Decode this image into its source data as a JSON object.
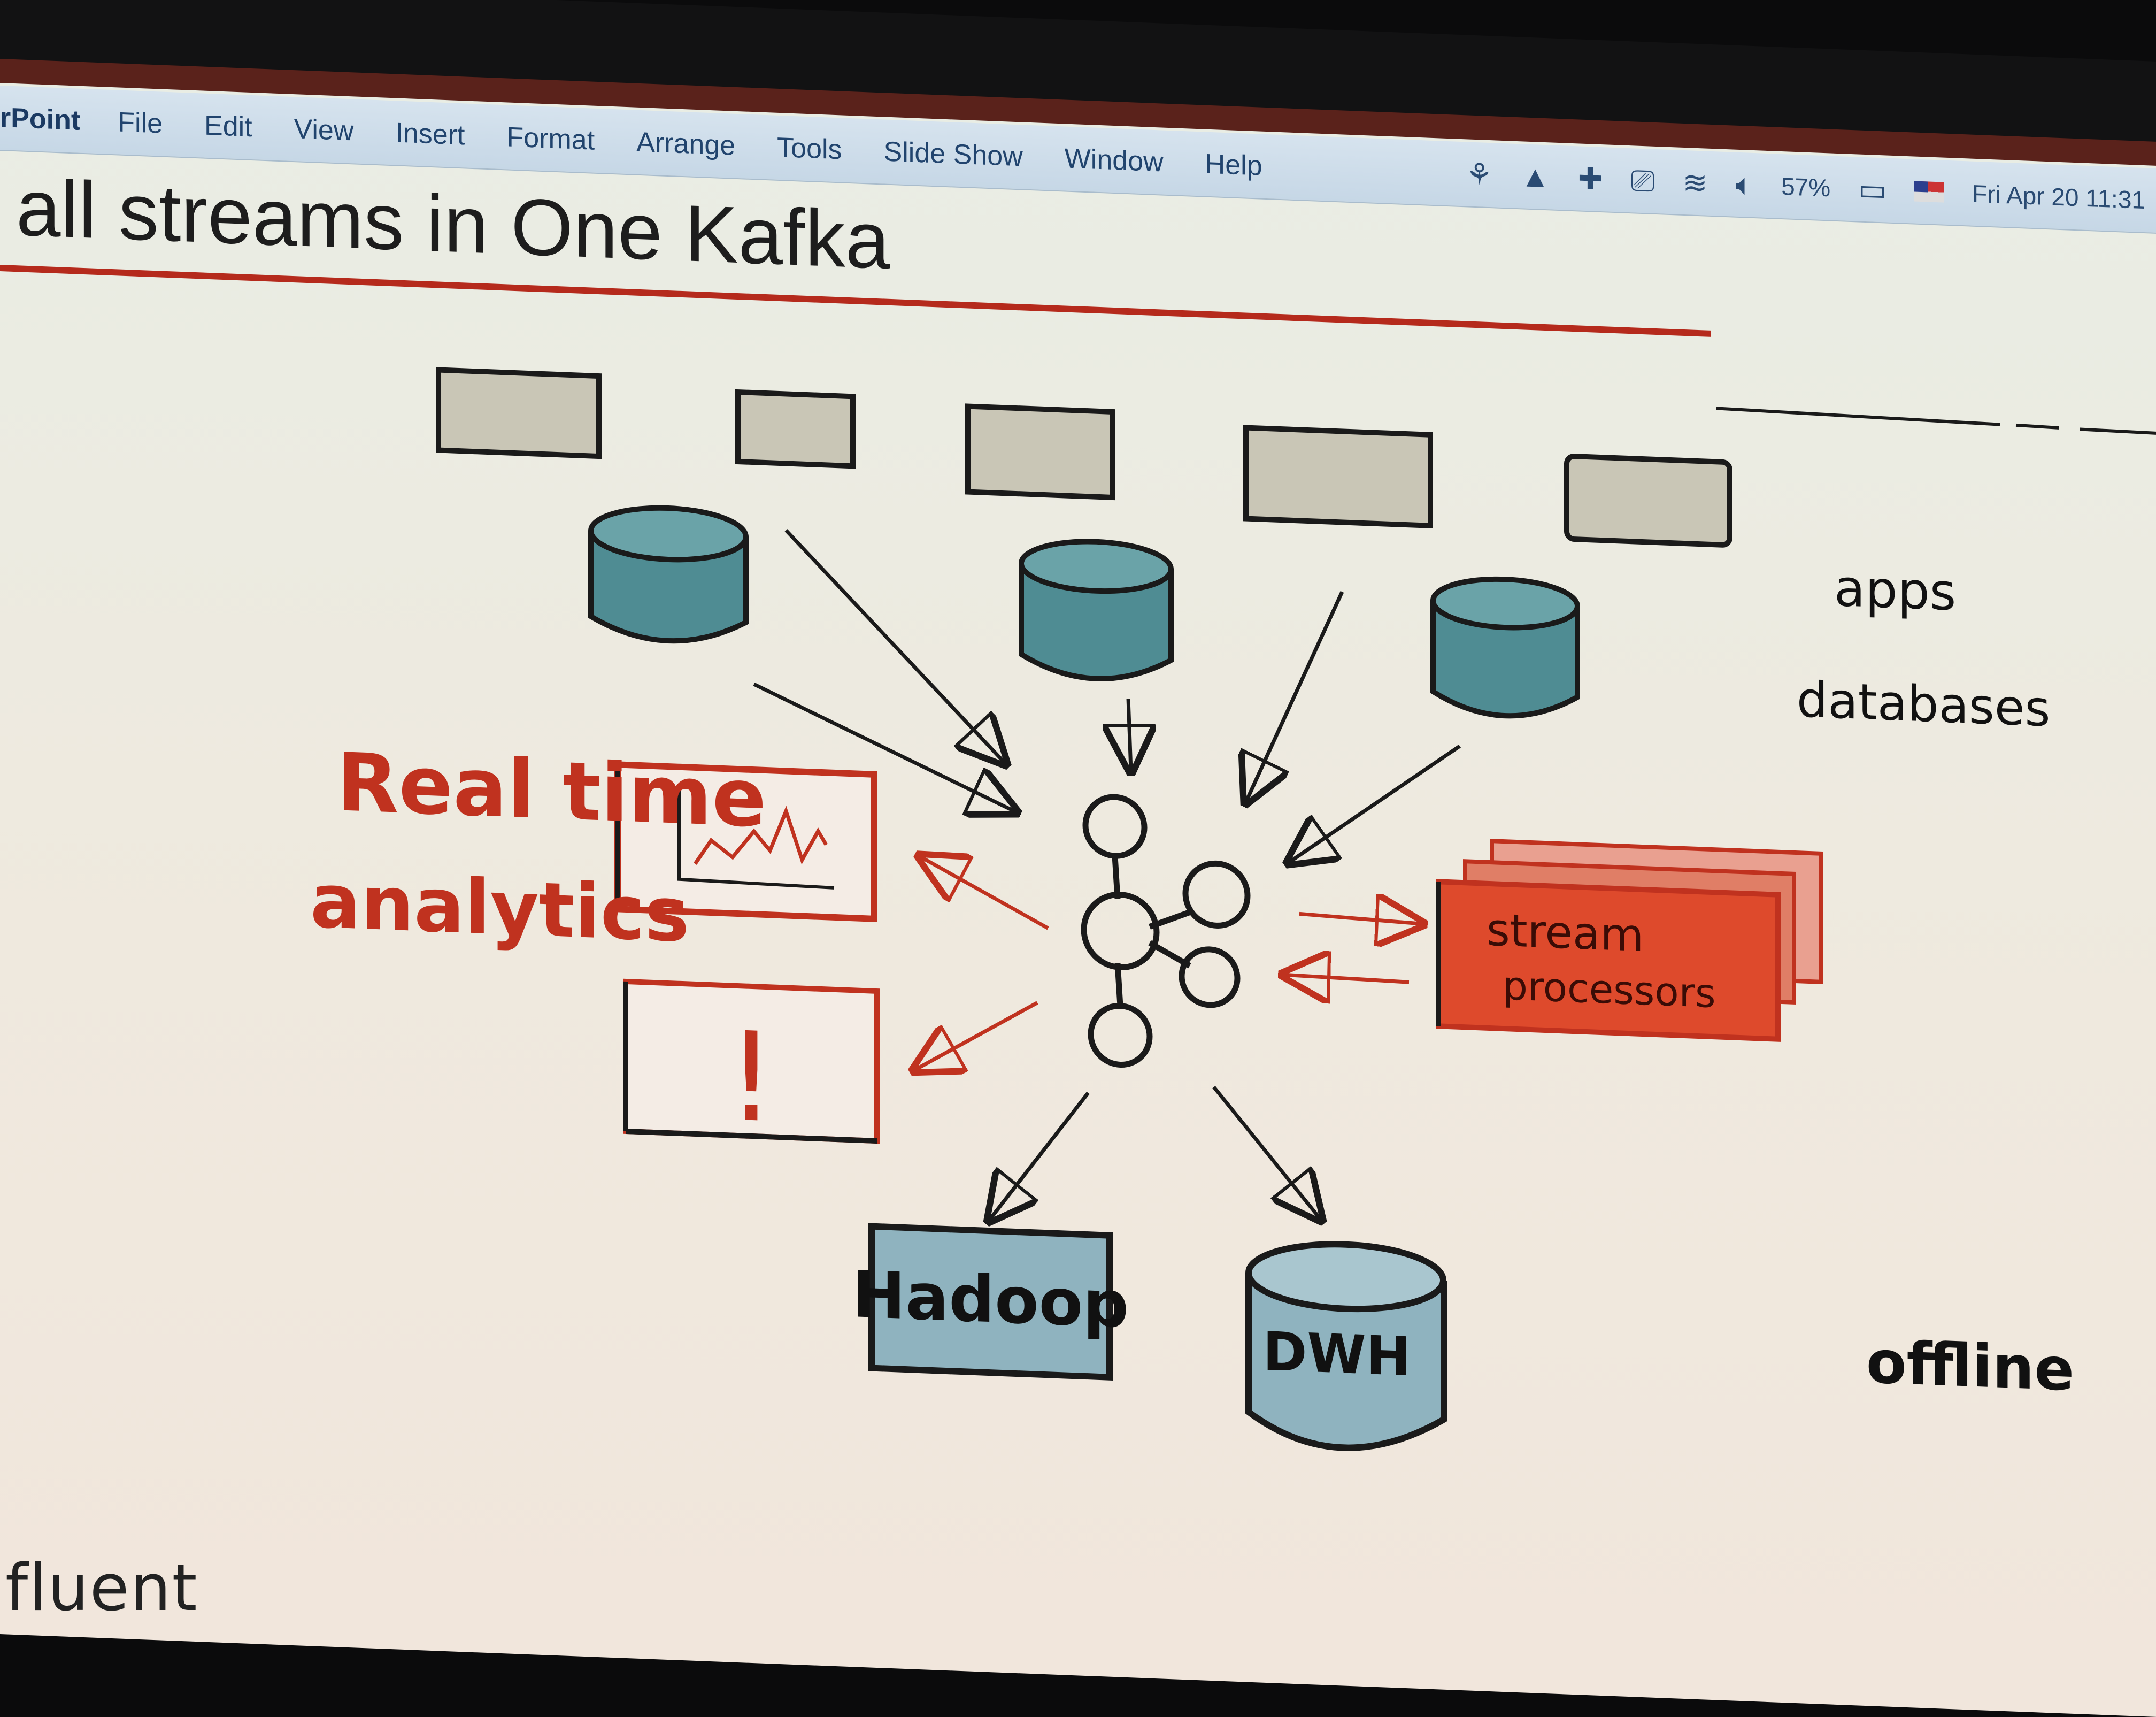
{
  "menubar": {
    "app_label": "rPoint",
    "items": [
      "File",
      "Edit",
      "View",
      "Insert",
      "Format",
      "Arrange",
      "Tools",
      "Slide Show",
      "Window",
      "Help"
    ],
    "status": {
      "battery": "57%",
      "datetime": "Fri Apr 20  11:31"
    }
  },
  "slide": {
    "title": "all streams in One Kafka",
    "labels": {
      "apps": "apps",
      "databases": "databases",
      "realtime_line1": "Real time",
      "realtime_line2": "analytics",
      "stream_line1": "stream",
      "stream_line2": "processors",
      "hadoop": "Hadoop",
      "dwh": "DWH",
      "offline": "offline",
      "alert": "!"
    },
    "colors": {
      "accent_red": "#c0321f",
      "db_teal": "#4f8c93",
      "app_gray": "#c9c6b6",
      "ink": "#1a1a1a"
    }
  },
  "footer": {
    "brand": "fluent"
  }
}
